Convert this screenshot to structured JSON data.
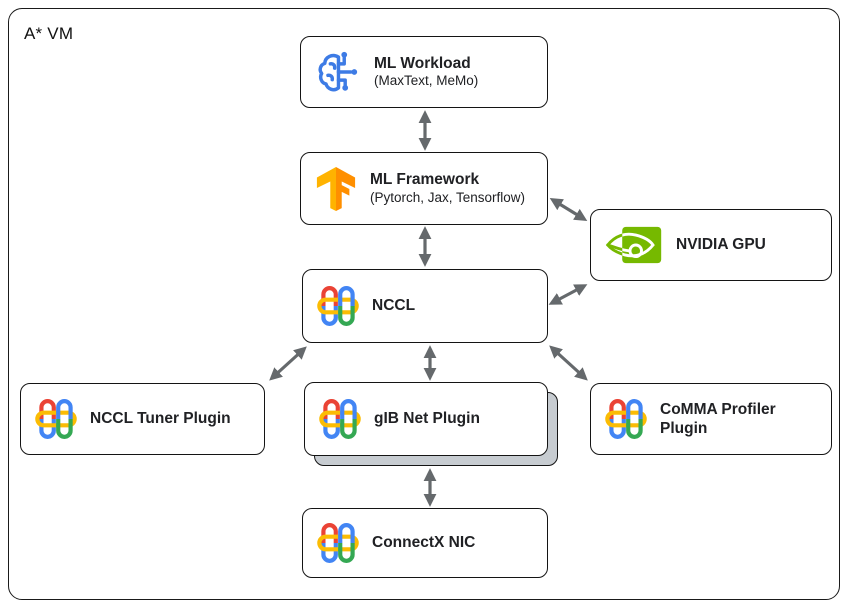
{
  "diagram": {
    "container_label": "A* VM",
    "nodes": {
      "ml_workload": {
        "title": "ML Workload",
        "subtitle": "(MaxText, MeMo)",
        "icon": "ml-brain-circuit-icon"
      },
      "ml_framework": {
        "title": "ML Framework",
        "subtitle": "(Pytorch, Jax, Tensorflow)",
        "icon": "tensorflow-icon"
      },
      "nvidia_gpu": {
        "title": "NVIDIA GPU",
        "icon": "nvidia-icon"
      },
      "nccl": {
        "title": "NCCL",
        "icon": "google-interconnect-icon"
      },
      "nccl_tuner_plugin": {
        "title": "NCCL Tuner Plugin",
        "icon": "google-interconnect-icon"
      },
      "gib_net_plugin": {
        "title": "gIB Net Plugin",
        "icon": "google-interconnect-icon",
        "stacked": true
      },
      "comma_profiler_plugin": {
        "title": "CoMMA Profiler Plugin",
        "icon": "google-interconnect-icon"
      },
      "connectx_nic": {
        "title": "ConnectX NIC",
        "icon": "google-interconnect-icon"
      }
    },
    "edges": [
      {
        "from": "ml_workload",
        "to": "ml_framework",
        "bidirectional": true
      },
      {
        "from": "ml_framework",
        "to": "nccl",
        "bidirectional": true
      },
      {
        "from": "ml_framework",
        "to": "nvidia_gpu",
        "bidirectional": true
      },
      {
        "from": "nccl",
        "to": "nvidia_gpu",
        "bidirectional": true
      },
      {
        "from": "nccl",
        "to": "nccl_tuner_plugin",
        "bidirectional": true
      },
      {
        "from": "nccl",
        "to": "gib_net_plugin",
        "bidirectional": true
      },
      {
        "from": "nccl",
        "to": "comma_profiler_plugin",
        "bidirectional": true
      },
      {
        "from": "gib_net_plugin",
        "to": "connectx_nic",
        "bidirectional": true
      }
    ],
    "colors": {
      "arrow": "#65696c",
      "box_border": "#141414",
      "box_fill": "#ffffff",
      "shadow_fill": "#c7ccd1",
      "google_red": "#EA4335",
      "google_blue": "#4285F4",
      "google_green": "#34A853",
      "google_yellow": "#FBBC04",
      "nvidia_green": "#76B900",
      "tensorflow_orange_light": "#FFB300",
      "tensorflow_orange_dark": "#FF8F00",
      "ml_workload_blue": "#3D7BE5"
    }
  }
}
